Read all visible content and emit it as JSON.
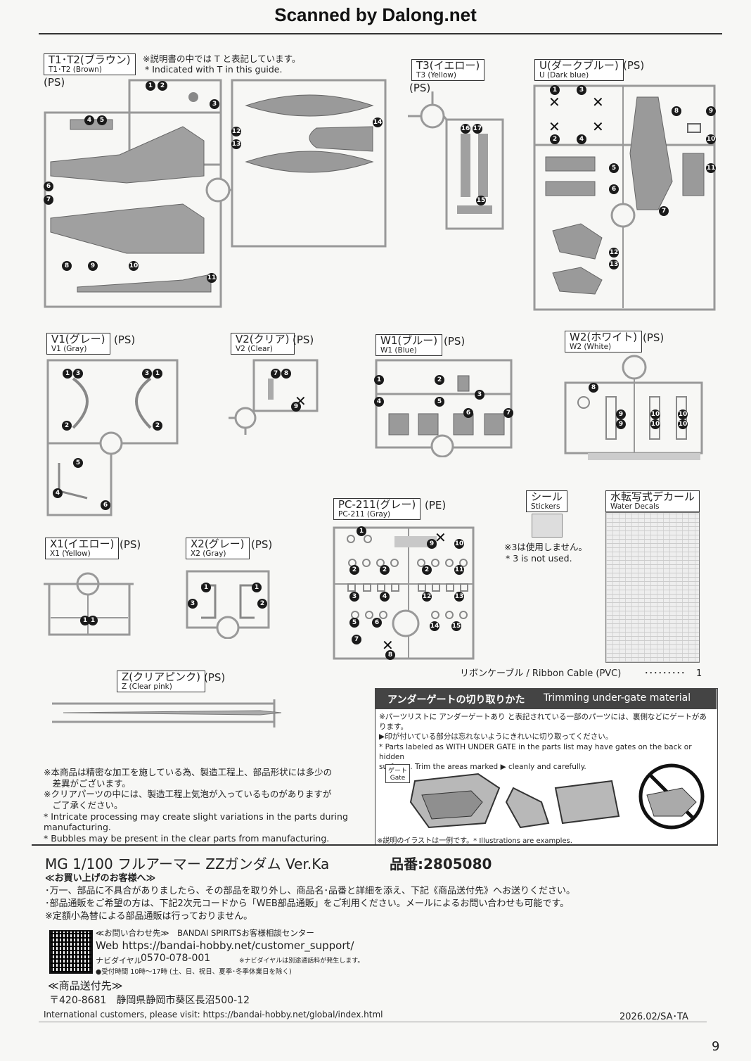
{
  "header": {
    "banner": "Scanned by Dalong.net"
  },
  "sprues": {
    "t1t2": {
      "label": "T1･T2(ブラウン)",
      "sub": "T1･T2 (Brown)",
      "material": "(PS)",
      "note_jp": "※説明書の中では T と表記しています。",
      "note_en": "* Indicated with T in this guide."
    },
    "t3": {
      "label": "T3(イエロー)",
      "sub": "T3 (Yellow)",
      "material": "(PS)"
    },
    "u": {
      "label": "U(ダークブルー)",
      "sub": "U (Dark blue)",
      "material": "(PS)"
    },
    "v1": {
      "label": "V1(グレー)",
      "sub": "V1 (Gray)",
      "material": "(PS)"
    },
    "v2": {
      "label": "V2(クリア)",
      "sub": "V2 (Clear)",
      "material": "(PS)"
    },
    "w1": {
      "label": "W1(ブルー)",
      "sub": "W1 (Blue)",
      "material": "(PS)"
    },
    "w2": {
      "label": "W2(ホワイト)",
      "sub": "W2 (White)",
      "material": "(PS)"
    },
    "x1": {
      "label": "X1(イエロー)",
      "sub": "X1 (Yellow)",
      "material": "(PS)"
    },
    "x2": {
      "label": "X2(グレー)",
      "sub": "X2 (Gray)",
      "material": "(PS)"
    },
    "pc211": {
      "label": "PC-211(グレー)",
      "sub": "PC-211 (Gray)",
      "material": "(PE)"
    },
    "z": {
      "label": "Z(クリアピンク)",
      "sub": "Z (Clear pink)",
      "material": "(PS)"
    }
  },
  "stickers": {
    "label": "シール",
    "sub": "Stickers",
    "note_jp": "※3は使用しません。",
    "note_en": "* 3 is not used."
  },
  "decals": {
    "label": "水転写式デカール",
    "sub": "Water Decals"
  },
  "ribbon": {
    "text": "リボンケーブル / Ribbon Cable (PVC)",
    "dots": "･････････",
    "qty": "1"
  },
  "disclaimer": [
    "※本商品は精密な加工を施している為、製造工程上、部品形状には多少の",
    "　差異がございます。",
    "※クリアパーツの中には、製造工程上気泡が入っているものがありますが",
    "　ご了承ください。",
    "* Intricate processing may create slight variations in the parts during",
    "  manufacturing.",
    "* Bubbles may be present in the clear parts from manufacturing."
  ],
  "trim": {
    "title_jp": "アンダーゲートの切り取りかた",
    "title_en": "Trimming under-gate material",
    "line1": "※パーツリストに アンダーゲートあり と表記されている一部のパーツには、裏側などにゲートがあります。",
    "line2": "▶印が付いている部分は忘れないようにきれいに切り取ってください。",
    "line3": "* Parts labeled as WITH UNDER GATE in the parts list may have gates on the back or hidden",
    "line4": "surfaces. Trim the areas marked ▶ cleanly and carefully.",
    "gate_jp": "ゲート",
    "gate_en": "Gate",
    "footnote": "※説明のイラストは一例です。* Illustrations are examples."
  },
  "product": {
    "title": "MG 1/100 フルアーマー ZZガンダム Ver.Ka",
    "code": "品番:2805080"
  },
  "customer": {
    "heading": "≪お買い上げのお客様へ≫",
    "lines": [
      "･万一、部品に不具合がありましたら、その部品を取り外し、商品名･品番と詳細を添え、下記《商品送付先》へお送りください。",
      "･部品通販をご希望の方は、下記2次元コードから「WEB部品通販」をご利用ください。メールによるお問い合わせも可能です。",
      "※定額小為替による部品通販は行っておりません。"
    ],
    "contact_head": "≪お問い合わせ先≫　BANDAI SPIRITSお客様相談センター",
    "web": "Web https://bandai-hobby.net/customer_support/",
    "navi_label": "ナビダイヤル",
    "navi_number": "0570-078-001",
    "navi_note": "※ナビダイヤルは別途通話料が発生します。",
    "hours": "●受付時間 10時～17時 (土、日、祝日、夏季･冬季休業日を除く)",
    "ship_head": "≪商品送付先≫",
    "ship_addr": "〒420-8681　静岡県静岡市葵区長沼500-12",
    "intl": "International customers, please visit: https://bandai-hobby.net/global/index.html",
    "date_code": "2026.02/SA･TA"
  },
  "page_number": "9"
}
